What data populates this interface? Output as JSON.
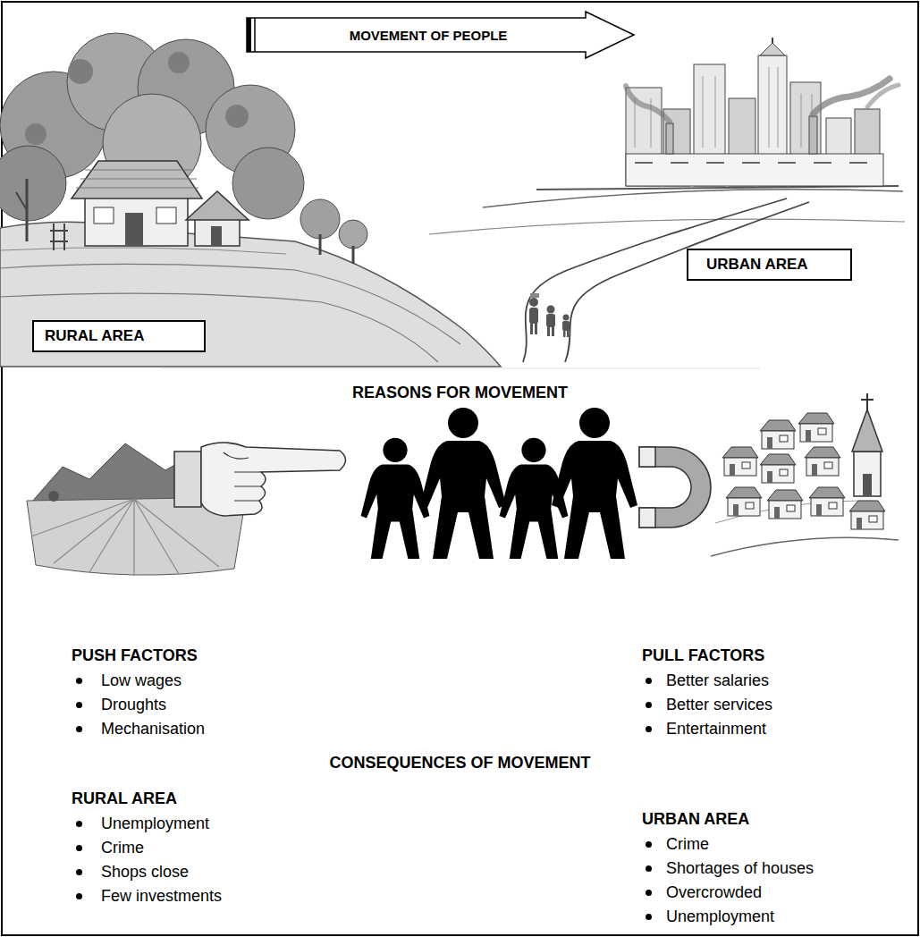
{
  "diagram": {
    "nodes": [
      {
        "text": [
          "MOVEMENT OF PEOPLE"
        ]
      },
      {
        "text": [
          "URBAN AREA"
        ]
      },
      {
        "text": [
          "RURAL AREA"
        ]
      }
    ],
    "labels": [
      "REASONS FOR MOVEMENT",
      "PUSH FACTORS",
      "Low wages",
      "Droughts",
      "Mechanisation",
      "PULL FACTORS",
      "Better salaries",
      "Better services",
      "Entertainment",
      "CONSEQUENCES OF MOVEMENT",
      "RURAL AREA",
      "Unemployment",
      "Crime",
      "Shops close",
      "Few investments",
      "URBAN AREA",
      "Crime",
      "Shortages of houses",
      "Overcrowded",
      "Unemployment"
    ]
  }
}
